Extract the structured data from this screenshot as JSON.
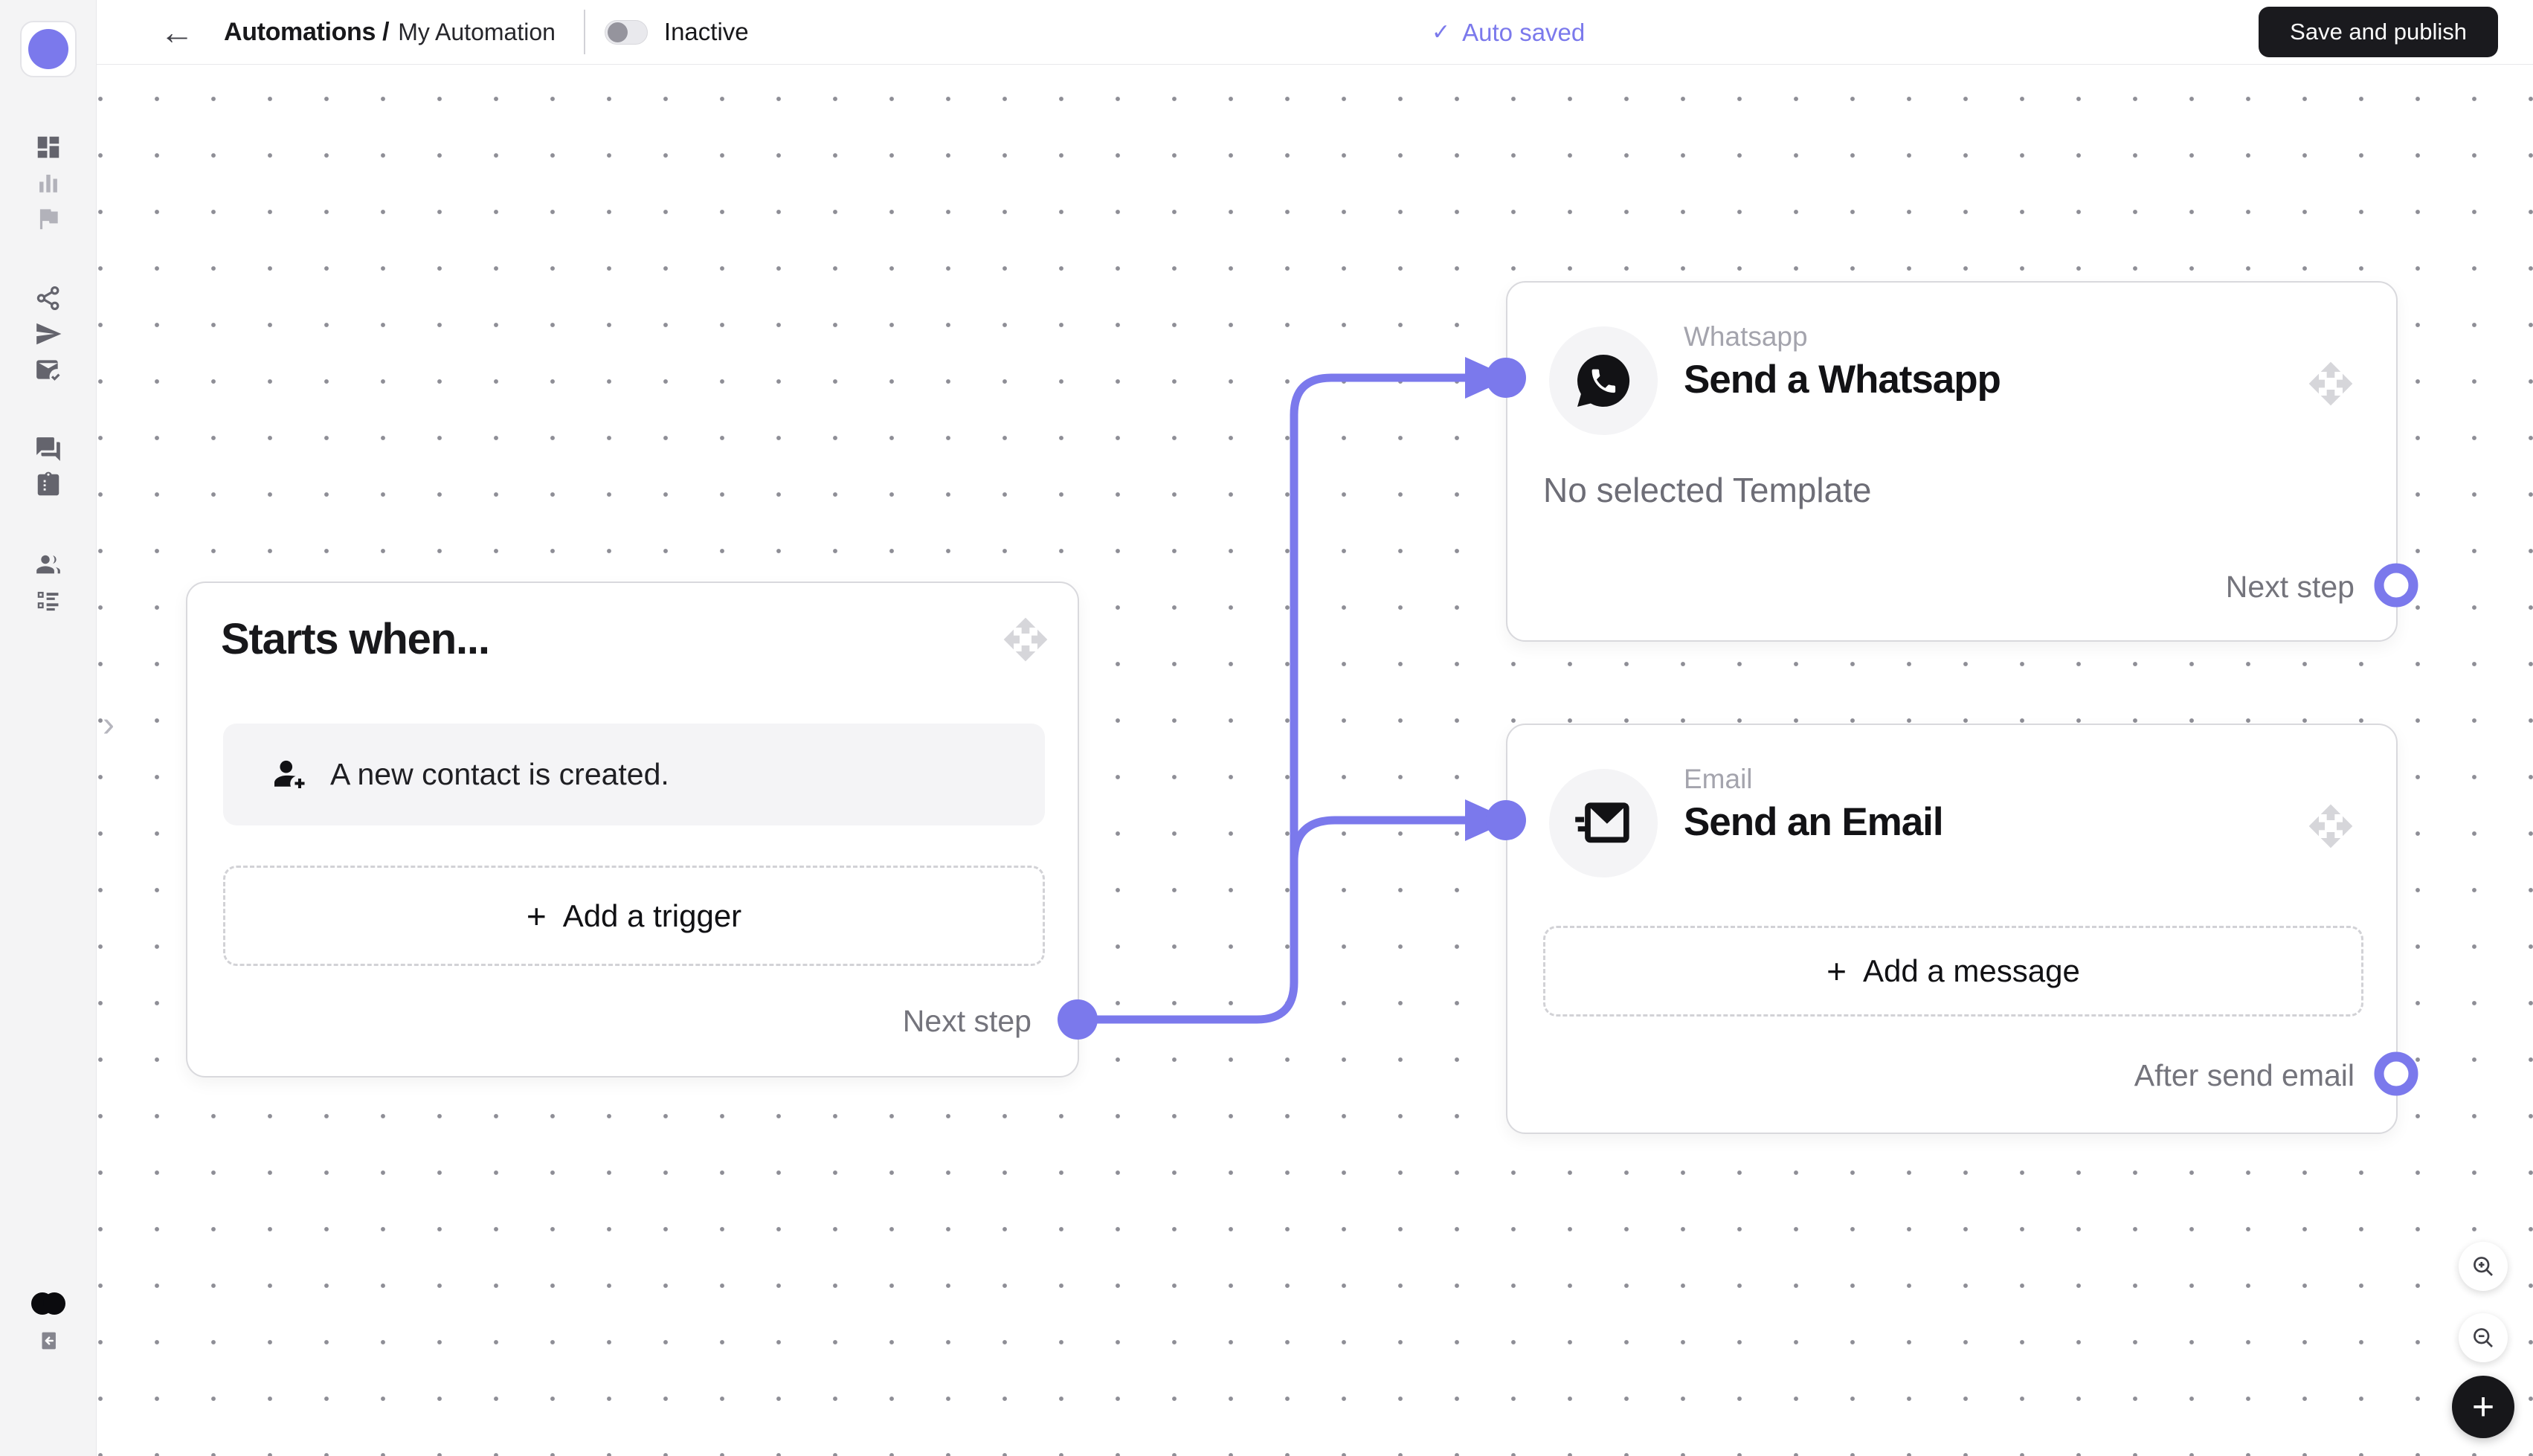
{
  "header": {
    "breadcrumb_bold": "Automations /",
    "breadcrumb_current": "My Automation",
    "toggle_label": "Inactive",
    "autosaved_label": "Auto saved",
    "save_button_label": "Save and publish"
  },
  "sidebar": {
    "icons": [
      {
        "name": "dashboard-icon"
      },
      {
        "name": "bar-chart-icon"
      },
      {
        "name": "flag-icon"
      },
      {
        "name": "share-icon"
      },
      {
        "name": "send-icon"
      },
      {
        "name": "mail-check-icon"
      },
      {
        "name": "chat-icon"
      },
      {
        "name": "clipboard-icon"
      },
      {
        "name": "users-icon"
      },
      {
        "name": "task-list-icon"
      }
    ],
    "footer_icons": [
      {
        "name": "workspace-avatar"
      },
      {
        "name": "logout-icon"
      }
    ]
  },
  "canvas": {
    "start_node": {
      "title": "Starts when...",
      "trigger_label": "A new contact is created.",
      "add_trigger_label": "Add a trigger",
      "connector_label": "Next step"
    },
    "whatsapp_node": {
      "category": "Whatsapp",
      "title": "Send a Whatsapp",
      "body": "No selected Template",
      "connector_label": "Next step"
    },
    "email_node": {
      "category": "Email",
      "title": "Send an Email",
      "add_message_label": "Add a message",
      "connector_label": "After send email"
    }
  },
  "zoom_controls": {
    "icons": [
      "zoom-in-icon",
      "zoom-out-icon",
      "add-node-button"
    ]
  },
  "glyphs": {
    "plus": "+",
    "check": "✓",
    "back_arrow": "←",
    "chevron": "›"
  },
  "colors": {
    "accent": "#7b79ec",
    "dark_button": "#1a1a1e",
    "node_border": "#d9d9dd",
    "muted_text": "#74747c",
    "sidebar_bg": "#f4f4f5"
  }
}
